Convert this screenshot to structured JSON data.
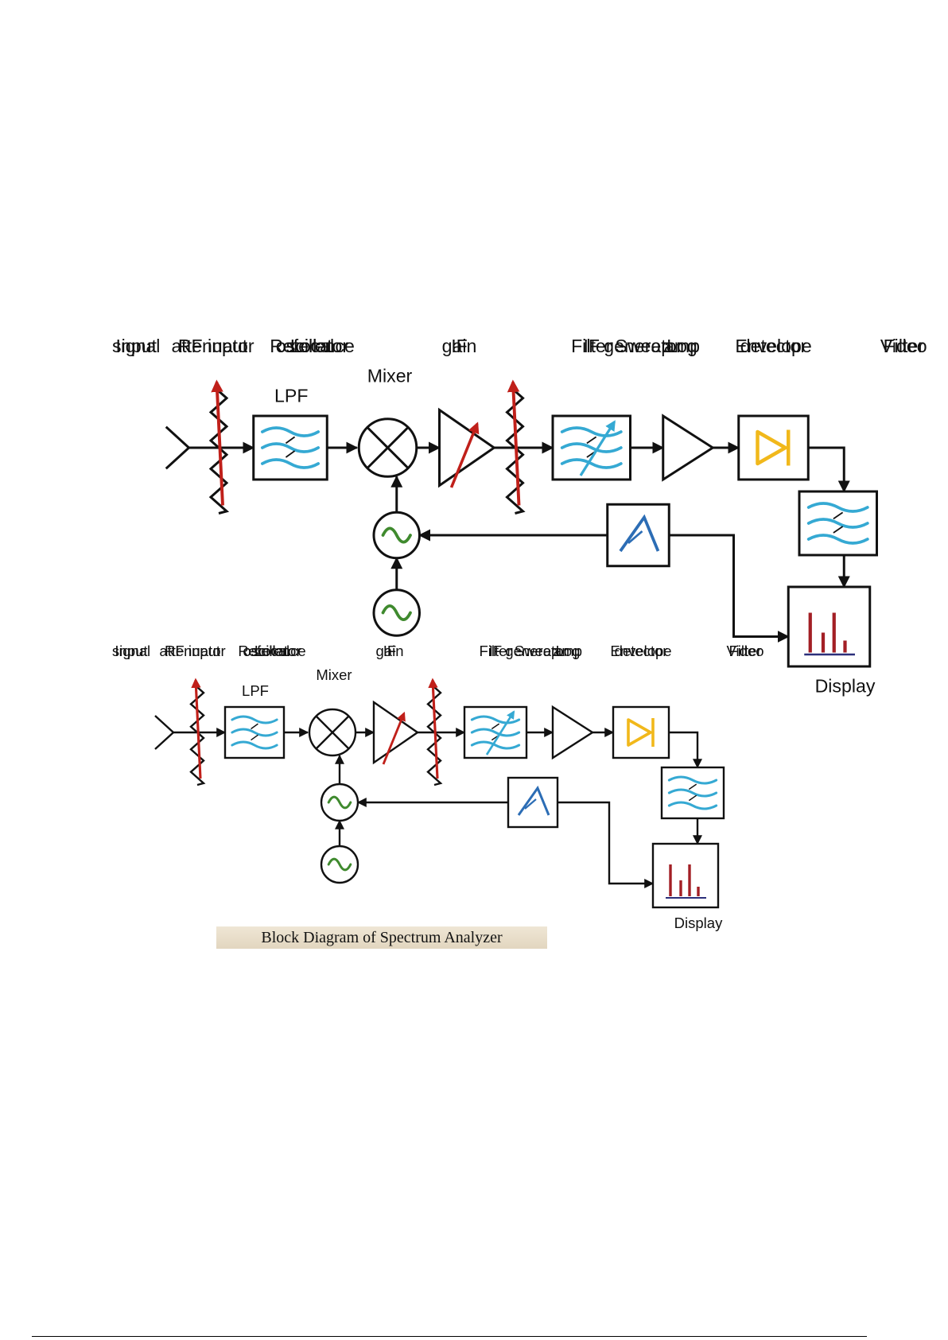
{
  "labels": {
    "input_signal": [
      "Input",
      "signal"
    ],
    "rf_input_attenuator": [
      "RF input",
      "attenuator"
    ],
    "lpf": "LPF",
    "mixer": "Mixer",
    "if_gain": [
      "IF",
      "gain"
    ],
    "if_filter": [
      "IF",
      "Filter"
    ],
    "log_amp": [
      "Log",
      "amp"
    ],
    "envelope_detector": [
      "Envelope",
      "detector"
    ],
    "video_filter": [
      "Video",
      "Filter"
    ],
    "local_oscillator": [
      "Local",
      "oscillator"
    ],
    "reference_oscillator": [
      "Reference",
      "oscillator"
    ],
    "sweep_generator": [
      "Sweep",
      "generator"
    ],
    "display": "Display"
  },
  "caption": "Block Diagram of Spectrum Analyzer",
  "colors": {
    "filter_wave": "#35a9d3",
    "attenuator": "#c0201a",
    "detector": "#f1b81b",
    "oscillator_wave": "#3f8a2e",
    "sweep": "#2c6db5",
    "display_bars": "#a31f25",
    "display_axis": "#2b2f7a",
    "line": "#111111"
  },
  "icons": {
    "lpf": "low-pass-filter-icon",
    "mixer": "mixer-cross-icon",
    "if_gain": "variable-amplifier-icon",
    "if_filter": "tunable-filter-icon",
    "log_amp": "amplifier-triangle-icon",
    "envelope_detector": "diode-icon",
    "video_filter": "low-pass-filter-icon",
    "local_oscillator": "sine-wave-icon",
    "reference_oscillator": "sine-wave-icon",
    "sweep_generator": "sawtooth-icon",
    "display": "spectrum-bars-icon"
  }
}
